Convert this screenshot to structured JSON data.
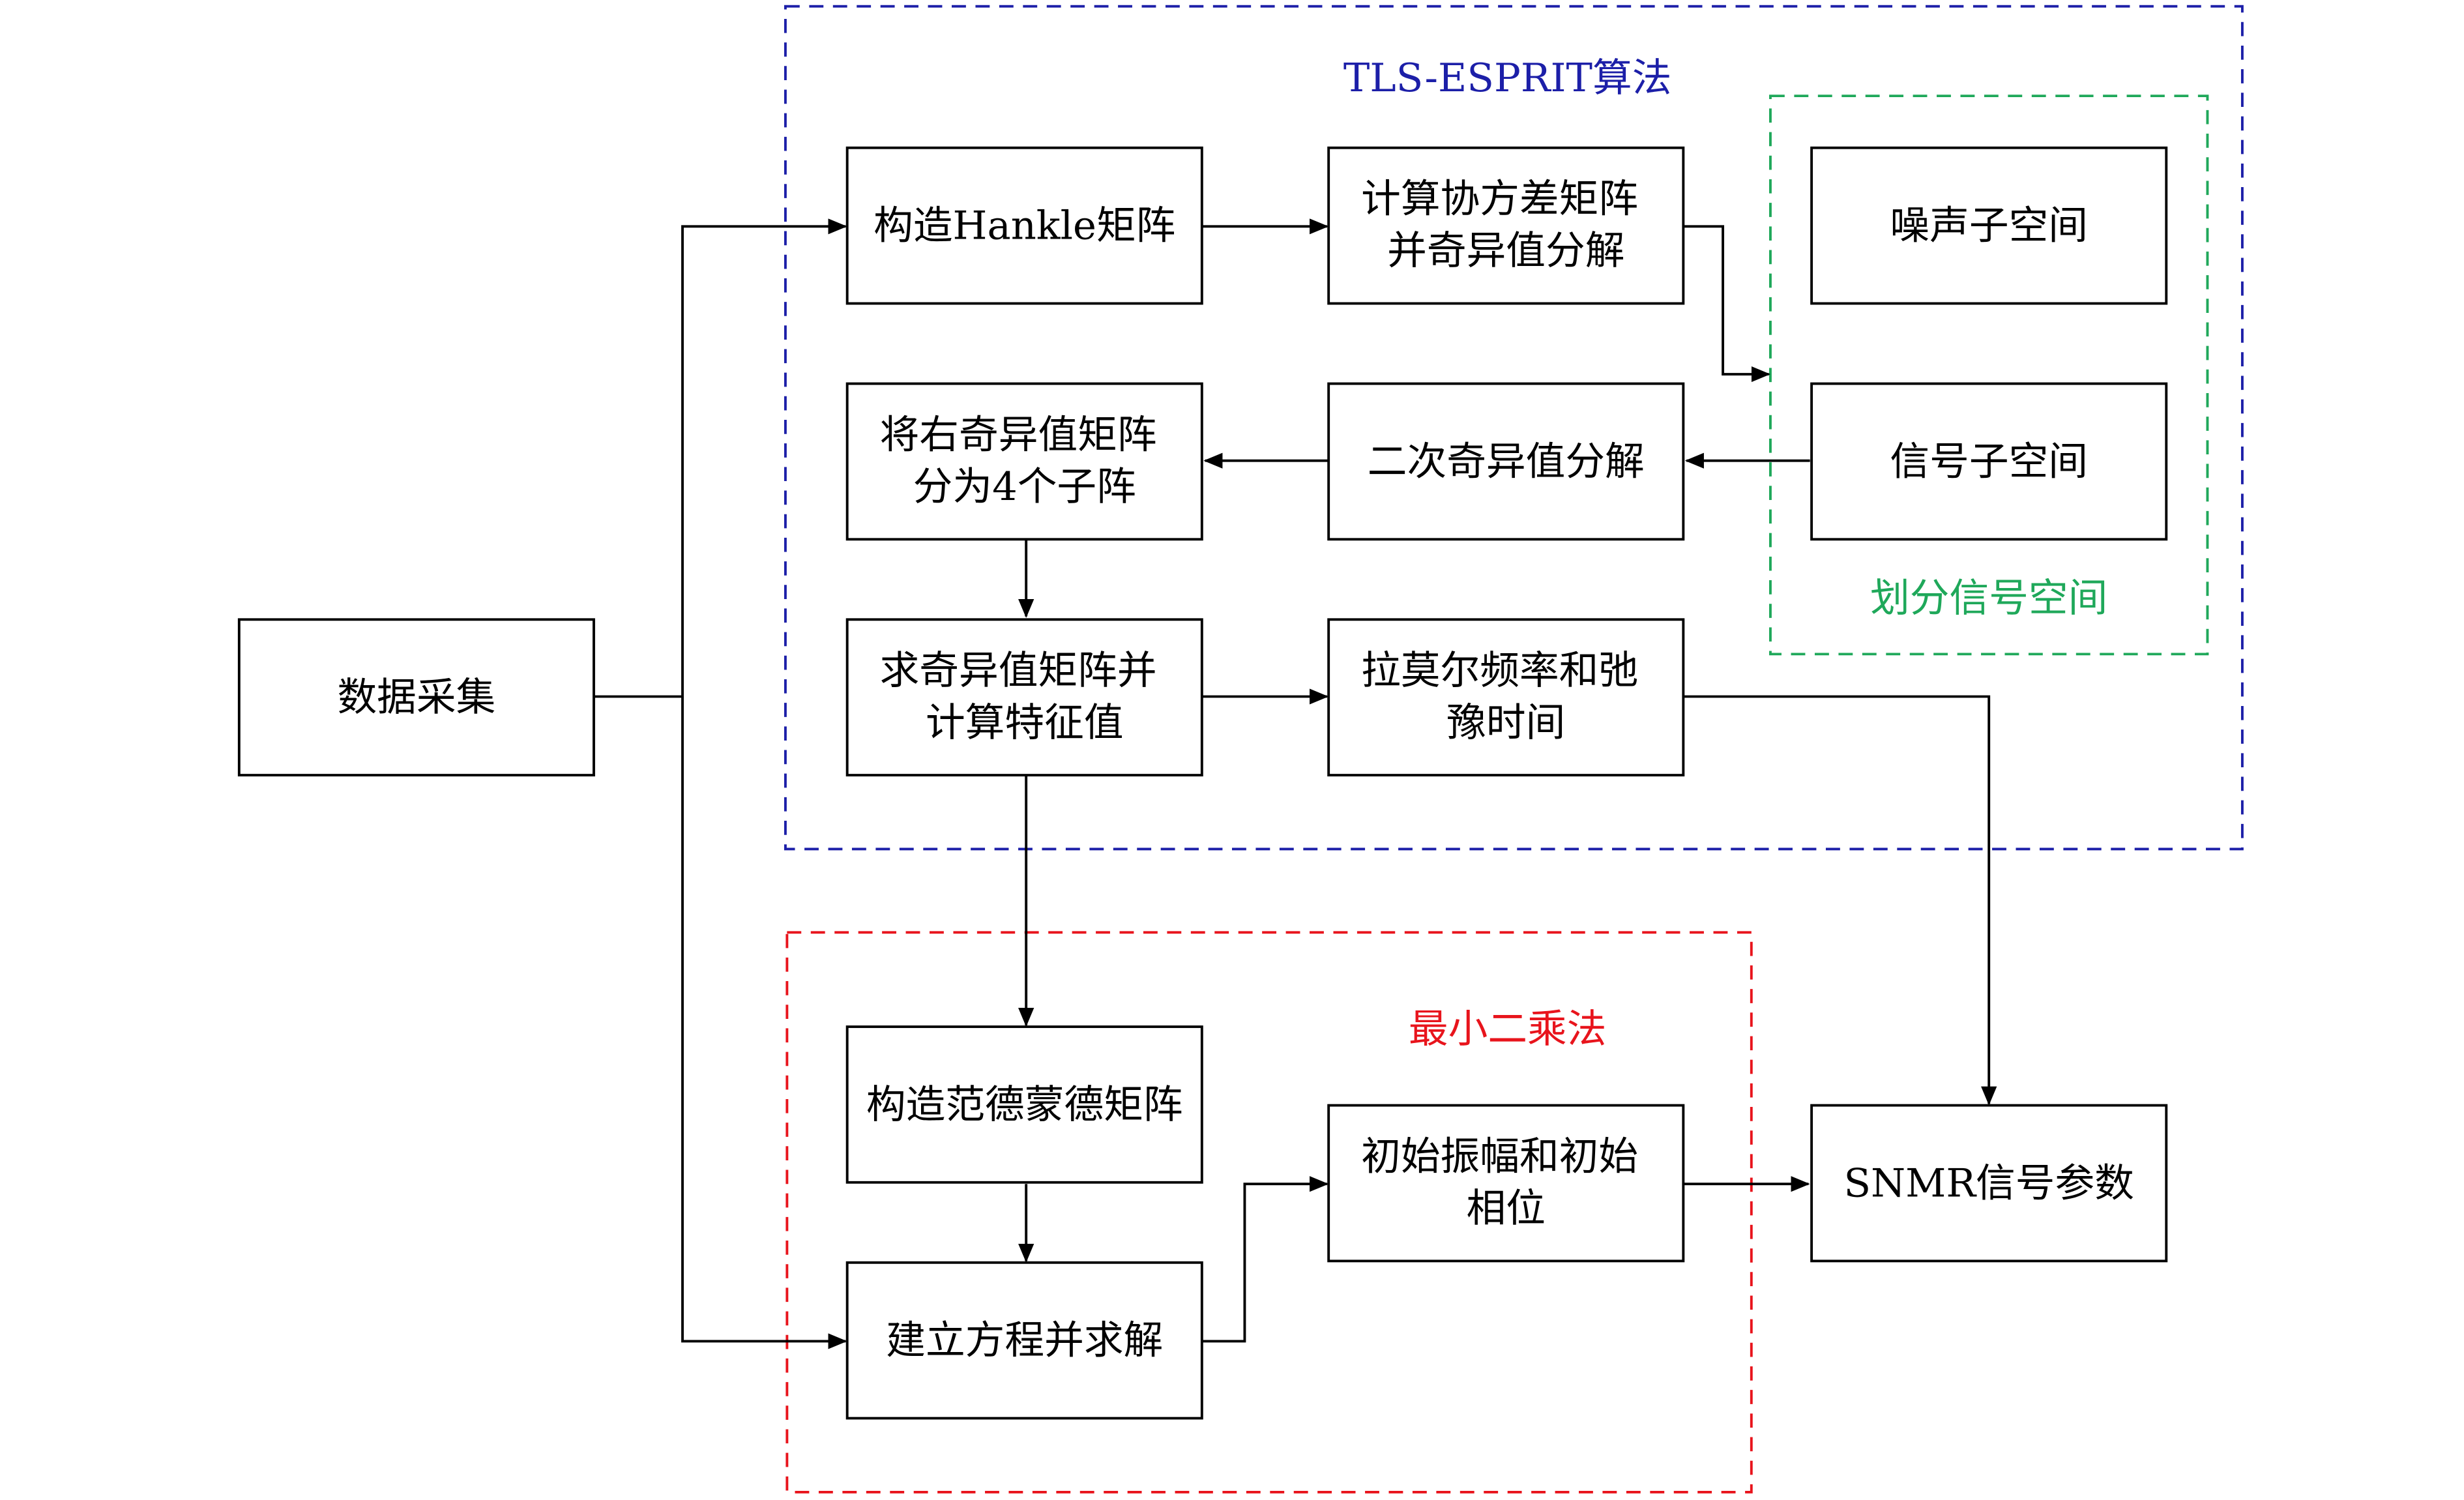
{
  "colors": {
    "tls_esprit": "#1c1fa8",
    "least_squares": "#e8141c",
    "signal_space": "#1fa85a",
    "stroke": "#000000"
  },
  "regions": {
    "tls_esprit": {
      "title": "TLS-ESPRIT算法"
    },
    "signal_space": {
      "title": "划分信号空间"
    },
    "least_squares": {
      "title": "最小二乘法"
    }
  },
  "nodes": {
    "data_acquisition": {
      "line1": "数据采集"
    },
    "build_hankle": {
      "line1": "构造Hankle矩阵"
    },
    "covariance_svd": {
      "line1": "计算协方差矩阵",
      "line2": "并奇异值分解"
    },
    "noise_subspace": {
      "line1": "噪声子空间"
    },
    "signal_subspace": {
      "line1": "信号子空间"
    },
    "second_svd": {
      "line1": "二次奇异值分解"
    },
    "split_right_matrix": {
      "line1": "将右奇异值矩阵",
      "line2": "分为4个子阵"
    },
    "eigenvalues": {
      "line1": "求奇异值矩阵并",
      "line2": "计算特征值"
    },
    "larmor_relaxation": {
      "line1": "拉莫尔频率和弛",
      "line2": "豫时间"
    },
    "build_vandermonde": {
      "line1": "构造范德蒙德矩阵"
    },
    "solve_equations": {
      "line1": "建立方程并求解"
    },
    "initial_amp_phase": {
      "line1": "初始振幅和初始",
      "line2": "相位"
    },
    "snmr_parameters": {
      "line1": "SNMR信号参数"
    }
  }
}
